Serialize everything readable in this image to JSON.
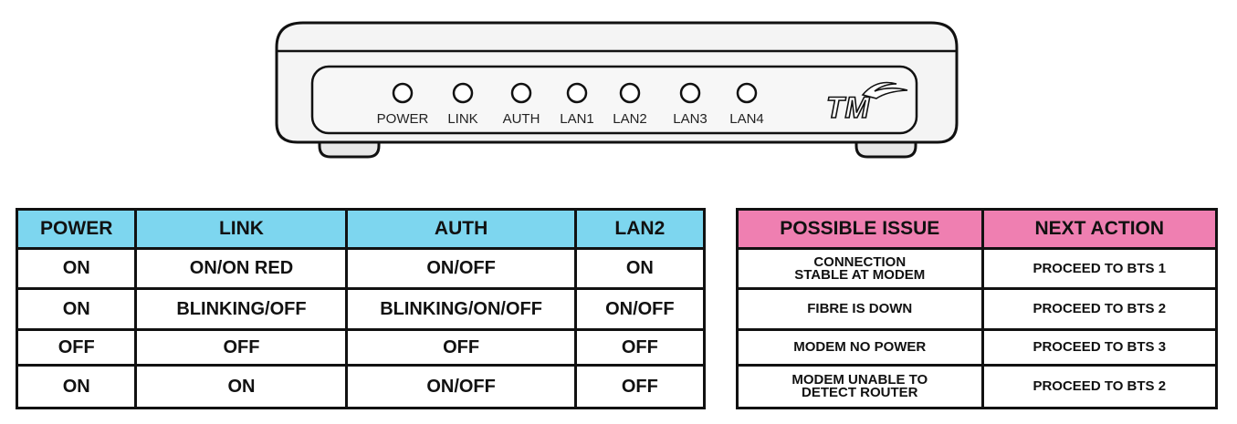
{
  "modem": {
    "leds": [
      "POWER",
      "LINK",
      "AUTH",
      "LAN1",
      "LAN2",
      "LAN3",
      "LAN4"
    ],
    "brand": "TM"
  },
  "status_table": {
    "headers": [
      "POWER",
      "LINK",
      "AUTH",
      "LAN2"
    ],
    "rows": [
      [
        "ON",
        "ON/ON RED",
        "ON/OFF",
        "ON"
      ],
      [
        "ON",
        "BLINKING/OFF",
        "BLINKING/ON/OFF",
        "ON/OFF"
      ],
      [
        "OFF",
        "OFF",
        "OFF",
        "OFF"
      ],
      [
        "ON",
        "ON",
        "ON/OFF",
        "OFF"
      ]
    ],
    "header_color": "#7dd6ef"
  },
  "action_table": {
    "headers": [
      "POSSIBLE ISSUE",
      "NEXT ACTION"
    ],
    "rows": [
      [
        [
          "CONNECTION",
          "STABLE AT MODEM"
        ],
        "PROCEED TO BTS 1"
      ],
      [
        [
          "FIBRE IS DOWN"
        ],
        "PROCEED TO BTS 2"
      ],
      [
        [
          "MODEM NO POWER"
        ],
        "PROCEED TO BTS 3"
      ],
      [
        [
          "MODEM UNABLE TO",
          "DETECT ROUTER"
        ],
        "PROCEED TO BTS 2"
      ]
    ],
    "header_color": "#ef7fb1"
  }
}
